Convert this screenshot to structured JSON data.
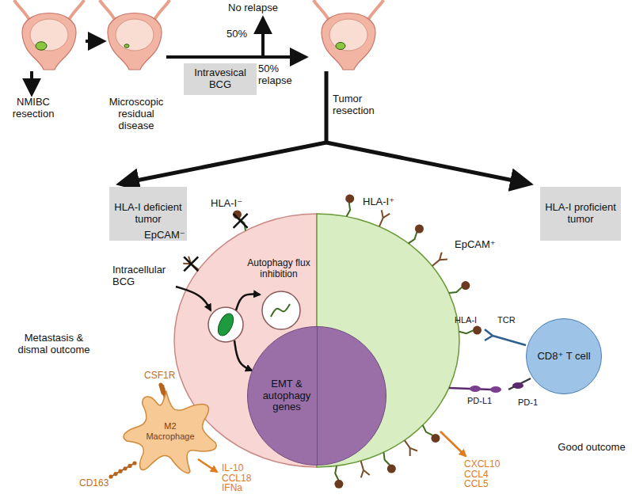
{
  "diagram": {
    "nodes": [
      {
        "text": [
          "Intravesical BCG"
        ]
      },
      {
        "text": [
          "HLA-I deficient tumor"
        ]
      },
      {
        "text": [
          "HLA-I proficient tumor"
        ]
      },
      {
        "text": [
          "EMT & autophagy genes"
        ]
      },
      {
        "text": [
          "CD8⁺ T cell"
        ]
      },
      {
        "text": [
          "M2 Macrophage"
        ]
      }
    ],
    "labels": [
      "NMIBC resection",
      "Microscopic residual disease",
      "No relapse",
      "50%",
      "50% relapse",
      "Tumor resection",
      "HLA-I⁻",
      "EpCAM⁻",
      "Autophagy flux inhibition",
      "Intracellular BCG",
      "HLA-I⁺",
      "EpCAM⁺",
      "HLA-I",
      "TCR",
      "PD-L1",
      "PD-1",
      "CXCL10 CCL4 CCL5",
      "Metastasis & dismal outcome",
      "Good outcome",
      "CSF1R",
      "CD163",
      "IL-10 CCL18 IFNa"
    ]
  }
}
